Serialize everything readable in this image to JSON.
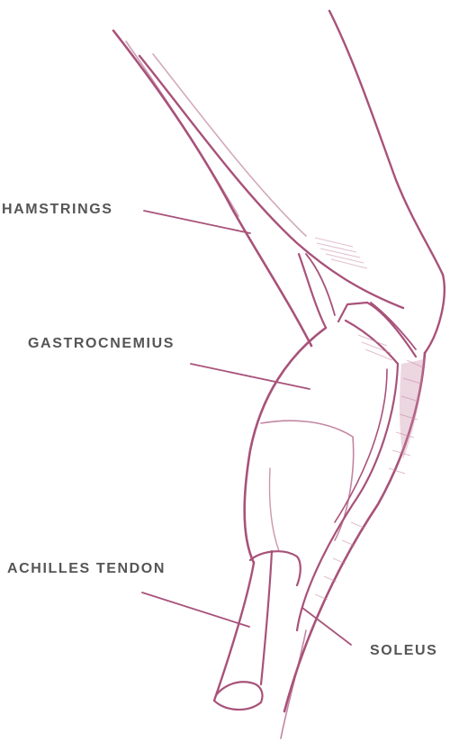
{
  "labels": {
    "hamstrings": "HAMSTRINGS",
    "gastrocnemius": "GASTROCNEMIUS",
    "achilles_tendon": "ACHILLES TENDON",
    "soleus": "SOLEUS"
  },
  "colors": {
    "sketch_stroke": "#a8527a",
    "sketch_shade": "#c98aa6",
    "leader_line": "#a8527a",
    "label_text": "#555555",
    "background": "#ffffff"
  }
}
